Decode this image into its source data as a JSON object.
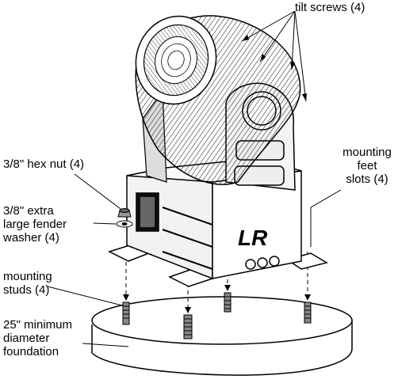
{
  "labels": {
    "tilt_screws": "tilt screws (4)",
    "hex_nut": "3/8\" hex nut (4)",
    "washer": [
      "3/8\" extra",
      "large fender",
      "washer (4)"
    ],
    "mounting_feet": [
      "mounting",
      "feet",
      "slots (4)"
    ],
    "mounting_studs": [
      "mounting",
      "studs (4)"
    ],
    "foundation": [
      "25\" minimum",
      "diameter",
      "foundation"
    ],
    "logo": "LR"
  }
}
